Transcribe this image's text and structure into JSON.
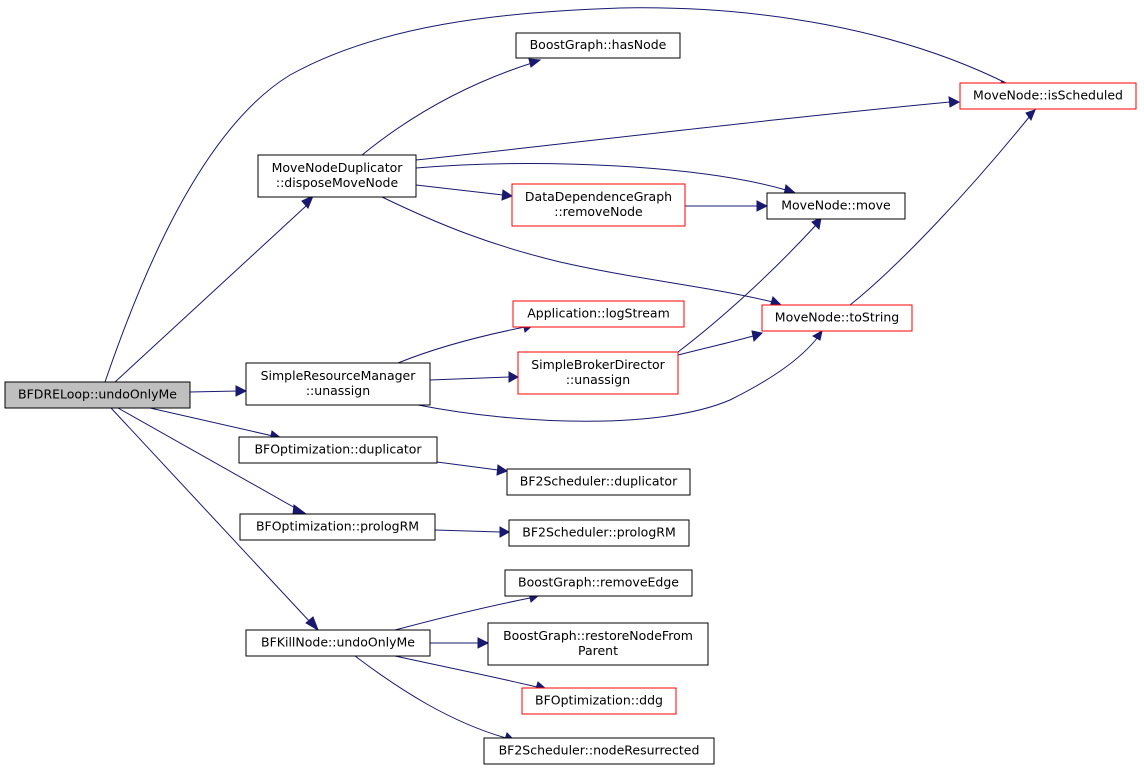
{
  "nodes": {
    "root": [
      "BFDRELoop::undoOnlyMe"
    ],
    "mnd_dispose": [
      "MoveNodeDuplicator",
      "::disposeMoveNode"
    ],
    "bg_hasnode": [
      "BoostGraph::hasNode"
    ],
    "mn_isscheduled": [
      "MoveNode::isScheduled"
    ],
    "ddg_removenode": [
      "DataDependenceGraph",
      "::removeNode"
    ],
    "mn_move": [
      "MoveNode::move"
    ],
    "app_logstream": [
      "Application::logStream"
    ],
    "mn_tostring": [
      "MoveNode::toString"
    ],
    "srm_unassign": [
      "SimpleResourceManager",
      "::unassign"
    ],
    "sbd_unassign": [
      "SimpleBrokerDirector",
      "::unassign"
    ],
    "bfo_duplicator": [
      "BFOptimization::duplicator"
    ],
    "bf2_duplicator": [
      "BF2Scheduler::duplicator"
    ],
    "bfo_prologrm": [
      "BFOptimization::prologRM"
    ],
    "bf2_prologrm": [
      "BF2Scheduler::prologRM"
    ],
    "bg_removeedge": [
      "BoostGraph::removeEdge"
    ],
    "bfkill_undo": [
      "BFKillNode::undoOnlyMe"
    ],
    "bg_restore": [
      "BoostGraph::restoreNodeFrom",
      "Parent"
    ],
    "bfo_ddg": [
      "BFOptimization::ddg"
    ],
    "bf2_resurrected": [
      "BF2Scheduler::nodeResurrected"
    ]
  },
  "colors": {
    "edge": "#191970",
    "root_fill": "#bfbfbf",
    "incomplete_border": "#ff0000",
    "border": "#000000",
    "background": "#ffffff"
  }
}
